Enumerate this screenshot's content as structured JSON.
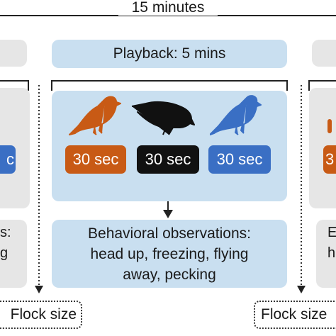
{
  "timeline": {
    "label": "15 minutes"
  },
  "center": {
    "playback": "Playback: 5 mins",
    "clips": [
      {
        "label": "30 sec",
        "color": "#c85a15"
      },
      {
        "label": "30 sec",
        "color": "#111111"
      },
      {
        "label": "30 sec",
        "color": "#3a6fc4"
      }
    ],
    "birds": [
      {
        "icon": "orange-bird-icon",
        "color": "#c85a15"
      },
      {
        "icon": "black-bird-icon",
        "color": "#111111"
      },
      {
        "icon": "blue-bird-icon",
        "color": "#3a6fc4"
      }
    ],
    "observations": {
      "line1": "Behavioral observations:",
      "line2": "head up, freezing, flying",
      "line3": "away, pecking"
    }
  },
  "left": {
    "clip_fragment": "c",
    "obs_fragment_1": "s:",
    "obs_fragment_2": "g",
    "flock": "Flock size"
  },
  "right": {
    "clip_fragment": "3",
    "obs_fragment_1": "E",
    "obs_fragment_2": "h",
    "flock": "Flock size"
  }
}
